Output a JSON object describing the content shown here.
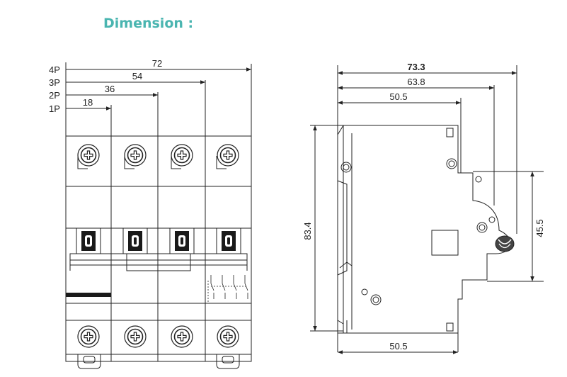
{
  "title": "Dimension :",
  "colors": {
    "title": "#4ab5b0",
    "line": "#222222",
    "handle": "#1a1a1a"
  },
  "front_view": {
    "pole_labels": [
      "4P",
      "3P",
      "2P",
      "1P"
    ],
    "pole_widths": [
      "72",
      "54",
      "36",
      "18"
    ],
    "handle_symbol": "0"
  },
  "side_view": {
    "depth_total": "73.3",
    "depth_mid": "63.8",
    "depth_front": "50.5",
    "height_total": "83.4",
    "height_front": "45.5",
    "depth_bottom": "50.5"
  }
}
